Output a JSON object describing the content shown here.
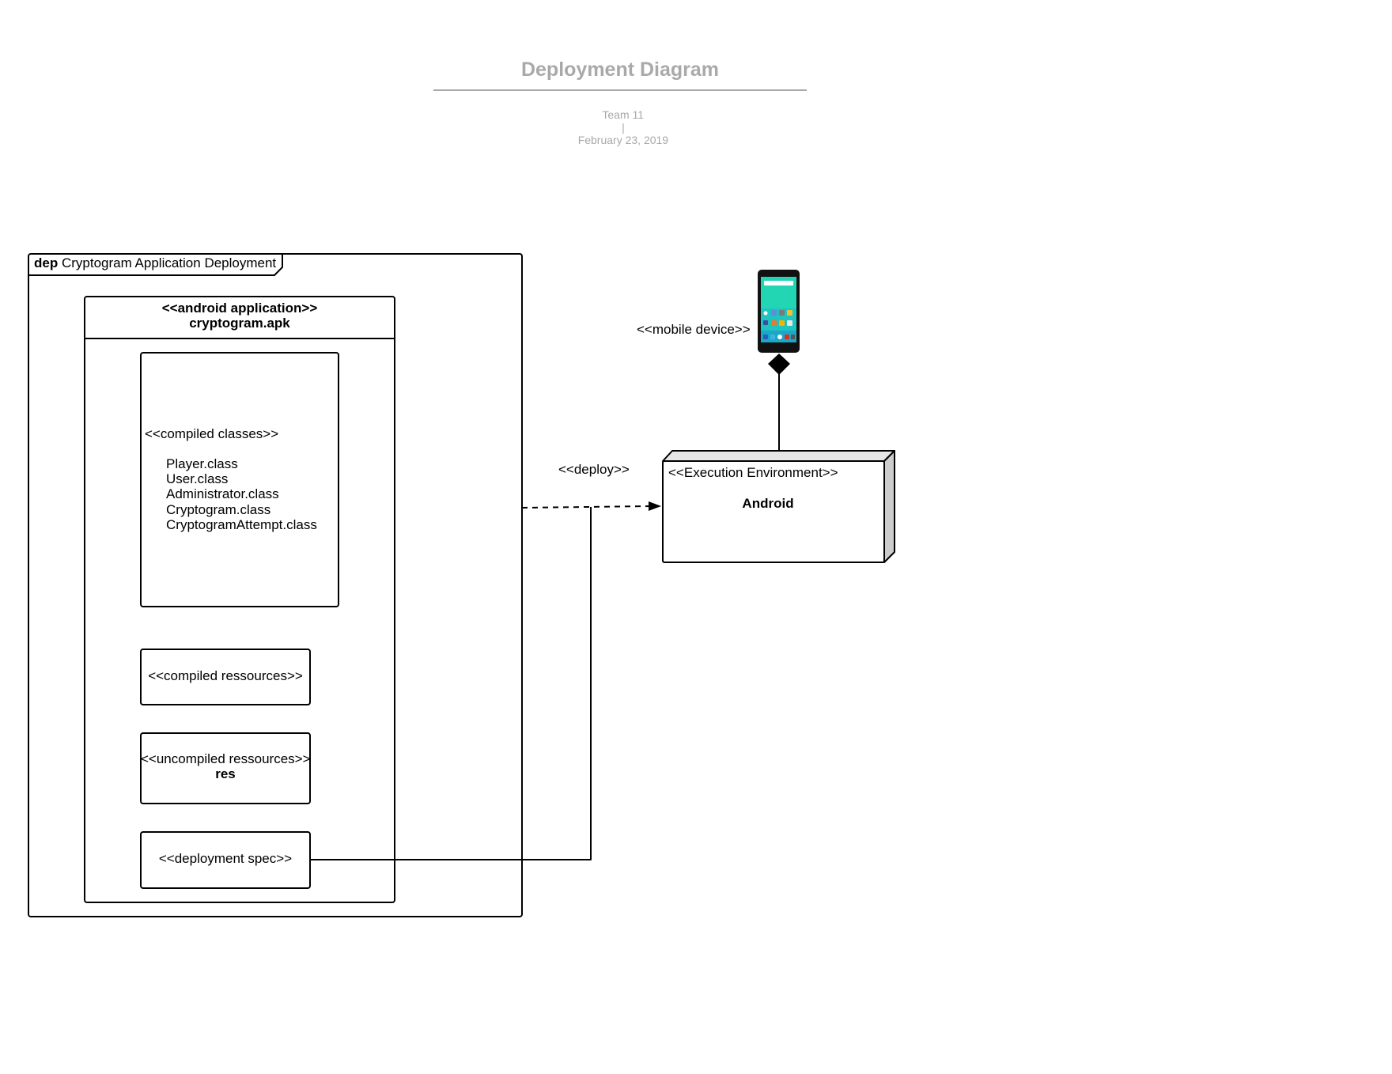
{
  "header": {
    "title": "Deployment Diagram",
    "team": "Team 11",
    "separator": "|",
    "date": "February 23, 2019"
  },
  "frame": {
    "keyword": "dep",
    "name": "Cryptogram Application Deployment"
  },
  "artifact": {
    "stereotype": "<<android application>>",
    "name": "cryptogram.apk",
    "compiled_classes": {
      "stereotype": "<<compiled classes>>",
      "items": [
        "Player.class",
        "User.class",
        "Administrator.class",
        "Cryptogram.class",
        "CryptogramAttempt.class"
      ]
    },
    "compiled_resources": {
      "stereotype": "<<compiled ressources>>"
    },
    "uncompiled_resources": {
      "stereotype": "<<uncompiled ressources>>",
      "name": "res"
    },
    "deployment_spec": {
      "stereotype": "<<deployment spec>>"
    }
  },
  "deploy_edge": {
    "label": "<<deploy>>"
  },
  "mobile_device": {
    "stereotype": "<<mobile device>>",
    "icon": "smartphone-icon"
  },
  "execution_environment": {
    "stereotype": "<<Execution Environment>>",
    "name": "Android"
  },
  "colors": {
    "title": "#a9a9a9",
    "node_top": "#e6e6e6",
    "node_side": "#cccccc"
  }
}
